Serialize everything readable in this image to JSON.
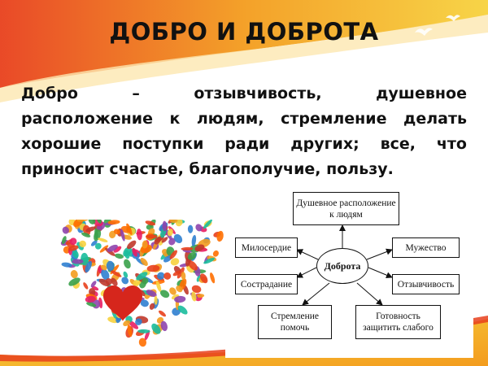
{
  "slide": {
    "title": "ДОБРО И ДОБРОТА",
    "definition_lines": [
      [
        "Добро",
        "–",
        "отзывчивость,",
        "душевное"
      ],
      [
        "расположение",
        "к",
        "людям,",
        "стремление",
        "делать"
      ],
      [
        "хорошие",
        "поступки",
        "ради",
        "других;",
        "все,",
        "что"
      ],
      [
        "приносит счастье, благополучие, пользу."
      ]
    ]
  },
  "diagram": {
    "center": "Доброта",
    "top": [
      "Душевное расположение",
      "к людям"
    ],
    "left_upper": "Милосердие",
    "right_upper": "Мужество",
    "left_middle": "Сострадание",
    "right_middle": "Отзывчивость",
    "bottom_left": [
      "Стремление",
      "помочь"
    ],
    "bottom_right": [
      "Готовность",
      "защитить слабого"
    ]
  },
  "colors": {
    "swoosh_orange": "#f39c1e",
    "swoosh_red": "#e8401c",
    "swoosh_yellow": "#f7d23e",
    "heart_red": "#d6261c"
  }
}
